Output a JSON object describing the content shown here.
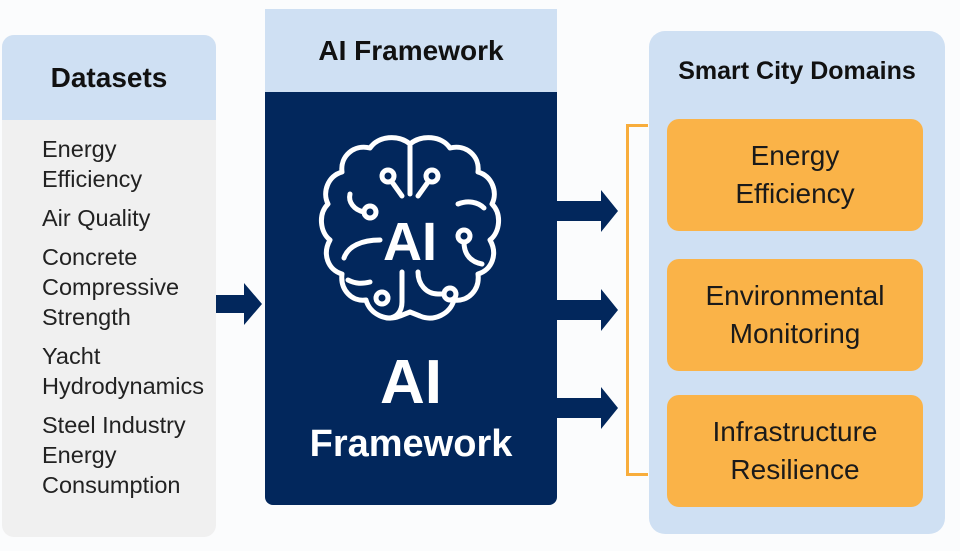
{
  "datasets": {
    "title": "Datasets",
    "items": [
      "Energy\nEfficiency",
      "Air Quality",
      "Concrete\nCompressive\nStrength",
      "Yacht\nHydrodynamics",
      "Steel Industry\nEnergy\nConsumption"
    ]
  },
  "framework": {
    "header": "AI Framework",
    "icon": "brain-circuit-icon",
    "icon_label": "AI",
    "big_label": "AI",
    "sub_label": "Framework"
  },
  "domains": {
    "title": "Smart City Domains",
    "items": [
      "Energy\nEfficiency",
      "Environmental\nMonitoring",
      "Infrastructure\nResilience"
    ]
  },
  "colors": {
    "header_blue": "#cfe0f3",
    "navy": "#02275c",
    "orange": "#fab348",
    "bracket_orange": "#f8ad3c",
    "panel_gray": "#f0f0f0"
  }
}
